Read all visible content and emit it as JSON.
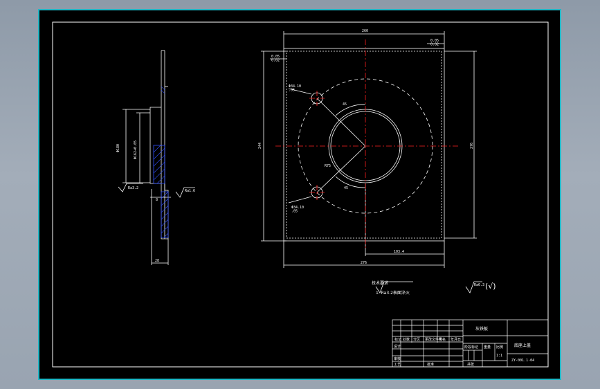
{
  "colors": {
    "background": "#000000",
    "frame": "#1fb7c6",
    "geometry": "#ffffff",
    "centerline": "#ff2020",
    "hatch": "#3050ff"
  },
  "side_view": {
    "dim_total_height": "Φ180",
    "dim_inner": "Φ162+0.05",
    "dim_thickness": "28",
    "dim_step": "8",
    "roughness_left": "Ra3.2",
    "roughness_right": "Ra1.6"
  },
  "plan_view": {
    "dim_top_width": "260",
    "dim_bottom_width": "276",
    "dim_left_height": "244",
    "dim_right_height": "276",
    "dim_offset": "103.4",
    "dim_tol_top": "0.05\n0.02",
    "dim_tol_left": "0.05\n0.02",
    "hole_note_top": "Φ34.10\n.05",
    "hole_note_bottom": "Φ34.10\n.05",
    "angle_top": "45",
    "angle_bottom": "45",
    "radius_note": "R75"
  },
  "notes": {
    "title": "技术要求",
    "item1": "1.   Ra3.2表面淬火",
    "general_roughness": "Ra6.3",
    "general_mark": "(√)"
  },
  "title_block": {
    "material": "灰铁板",
    "drawing_name": "底座上盖",
    "drawing_number": "ZY-001.1-04",
    "scale_label": "比例",
    "weight_label": "重量",
    "sheet_label": "共张",
    "stage_label": "阶段标记",
    "scale_value": "1:1",
    "row_labels": [
      "标记",
      "处数",
      "分区",
      "更改文件号",
      "签名",
      "年月日"
    ],
    "left_labels": [
      "设计",
      "审核",
      "工艺"
    ],
    "approve_label": "批准"
  }
}
